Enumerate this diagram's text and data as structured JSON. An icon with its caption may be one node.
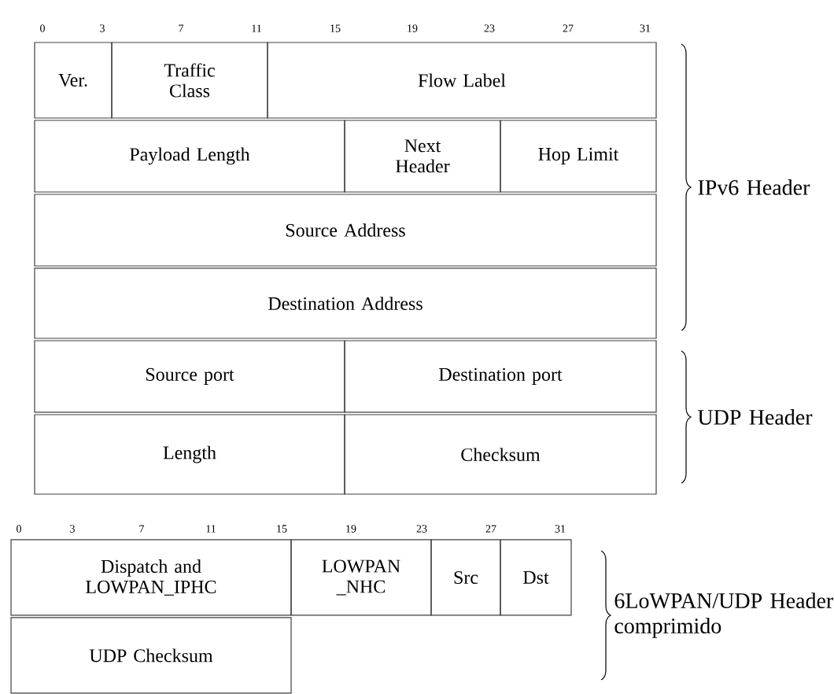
{
  "diagram": {
    "nodes": [
      {
        "text": [
          "Ver."
        ]
      },
      {
        "text": [
          "Traffic Class"
        ]
      },
      {
        "text": [
          "Flow Label"
        ]
      },
      {
        "text": [
          "Payload Length"
        ]
      },
      {
        "text": [
          "Next Header"
        ]
      },
      {
        "text": [
          "Hop Limit"
        ]
      },
      {
        "text": [
          "Source Address"
        ]
      },
      {
        "text": [
          "Destination Address"
        ]
      },
      {
        "text": [
          "Source port"
        ]
      },
      {
        "text": [
          "Destination port"
        ]
      },
      {
        "text": [
          "Length"
        ]
      },
      {
        "text": [
          "Checksum"
        ]
      },
      {
        "text": [
          "Dispatch and LOWPAN_IPHC"
        ]
      },
      {
        "text": [
          "LOWPAN _NHC"
        ]
      },
      {
        "text": [
          "Src"
        ]
      },
      {
        "text": [
          "Dst"
        ]
      },
      {
        "text": [
          "UDP Checksum"
        ]
      }
    ],
    "labels": [
      "0",
      "3",
      "7",
      "11",
      "15",
      "19",
      "23",
      "27",
      "31",
      "IPv6 Header",
      "UDP Header",
      "0",
      "3",
      "7",
      "11",
      "15",
      "19",
      "23",
      "27",
      "31",
      "6LoWPAN/UDP Header comprimido"
    ]
  }
}
